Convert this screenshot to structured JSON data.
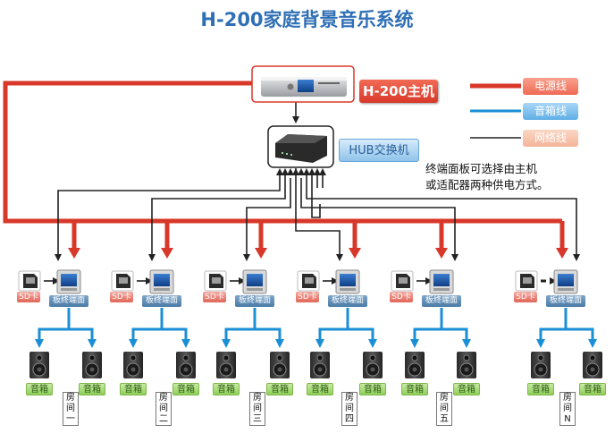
{
  "title": "H-200家庭背景音乐系统",
  "host": {
    "label": "H-200主机"
  },
  "hub": {
    "label": "HUB交换机"
  },
  "legend": [
    {
      "label": "电源线",
      "color": "#d8382a"
    },
    {
      "label": "音箱线",
      "color": "#1b8fd6"
    },
    {
      "label": "网络线",
      "color": "#222222"
    }
  ],
  "note": {
    "line1": "终端面板可选择由主机",
    "line2": "或适配器两种供电方式。"
  },
  "panel_label": "板终端面",
  "sd_label": "SD卡",
  "speaker_label": "音箱",
  "rooms": [
    {
      "room_label": "房间一"
    },
    {
      "room_label": "房间二"
    },
    {
      "room_label": "房间三"
    },
    {
      "room_label": "房间四"
    },
    {
      "room_label": "房间五"
    },
    {
      "room_label": "房间N"
    }
  ],
  "colors": {
    "power": "#d8382a",
    "speaker": "#1b8fd6",
    "network": "#222222",
    "title": "#2f6fb5"
  }
}
